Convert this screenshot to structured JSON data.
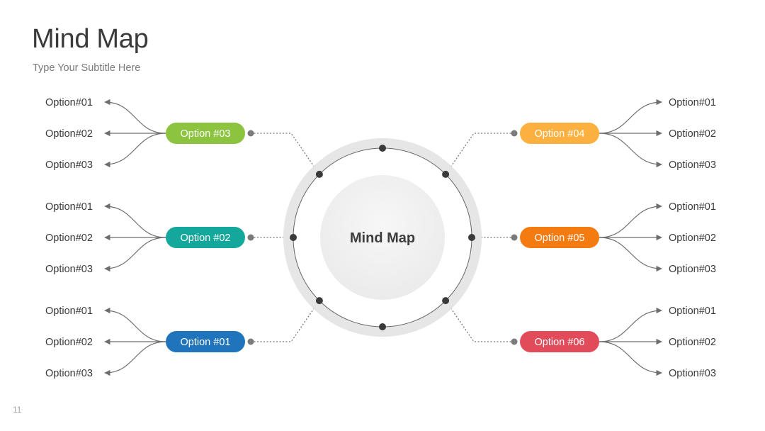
{
  "slide": {
    "title": "Mind Map",
    "subtitle": "Type Your Subtitle Here",
    "page_number": "11"
  },
  "center": {
    "label": "Mind Map",
    "ring_color": "#e6e6e6",
    "inner_color": "#f1f1f1",
    "dot_color": "#3a3a3a"
  },
  "branches": [
    {
      "label": "Option #03",
      "color": "#8cc43f",
      "side": "left",
      "leaves": [
        "Option#01",
        "Option#02",
        "Option#03"
      ]
    },
    {
      "label": "Option #02",
      "color": "#14a79b",
      "side": "left",
      "leaves": [
        "Option#01",
        "Option#02",
        "Option#03"
      ]
    },
    {
      "label": "Option #01",
      "color": "#1f74bb",
      "side": "left",
      "leaves": [
        "Option#01",
        "Option#02",
        "Option#03"
      ]
    },
    {
      "label": "Option #04",
      "color": "#fbb040",
      "side": "right",
      "leaves": [
        "Option#01",
        "Option#02",
        "Option#03"
      ]
    },
    {
      "label": "Option #05",
      "color": "#f47b10",
      "side": "right",
      "leaves": [
        "Option#01",
        "Option#02",
        "Option#03"
      ]
    },
    {
      "label": "Option #06",
      "color": "#e24b5a",
      "side": "right",
      "leaves": [
        "Option#01",
        "Option#02",
        "Option#03"
      ]
    }
  ]
}
